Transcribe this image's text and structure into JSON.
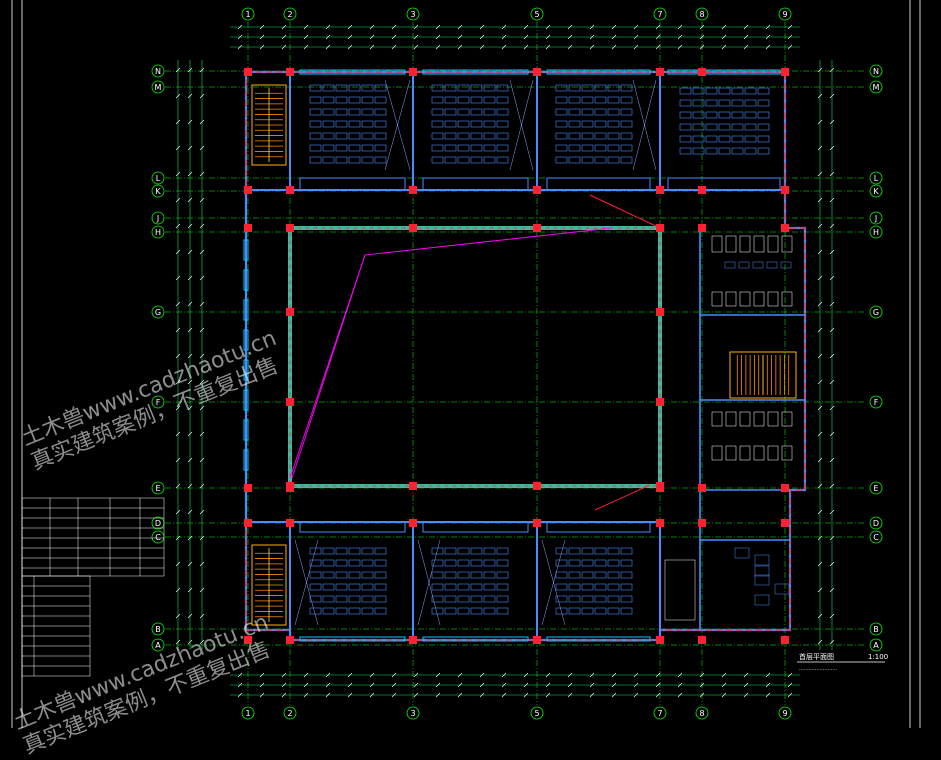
{
  "watermark": {
    "line1": "土木兽www.cadzhaotu.cn",
    "line2": "真实建筑案例，不重复出售"
  },
  "grid": {
    "top_axes": [
      "1",
      "2",
      "3",
      "5",
      "7",
      "8",
      "9"
    ],
    "bottom_axes": [
      "1",
      "2",
      "3",
      "5",
      "7",
      "8",
      "9"
    ],
    "left_axes": [
      "N",
      "M",
      "L",
      "K",
      "J",
      "H",
      "G",
      "F",
      "E",
      "D",
      "C",
      "B",
      "A"
    ],
    "right_axes": [
      "N",
      "M",
      "L",
      "K",
      "J",
      "H",
      "G",
      "F",
      "E",
      "D",
      "C",
      "B",
      "A"
    ]
  },
  "drawing": {
    "title": "首层平面图",
    "scale": "1:100"
  },
  "colors": {
    "grid_line": "#00ff00",
    "wall": "#ff2030",
    "window": "#00c8ff",
    "furniture": "#4a8cff",
    "stair": "#ffb000",
    "annotation": "#ff00ff",
    "hatch": "#2aa070"
  }
}
